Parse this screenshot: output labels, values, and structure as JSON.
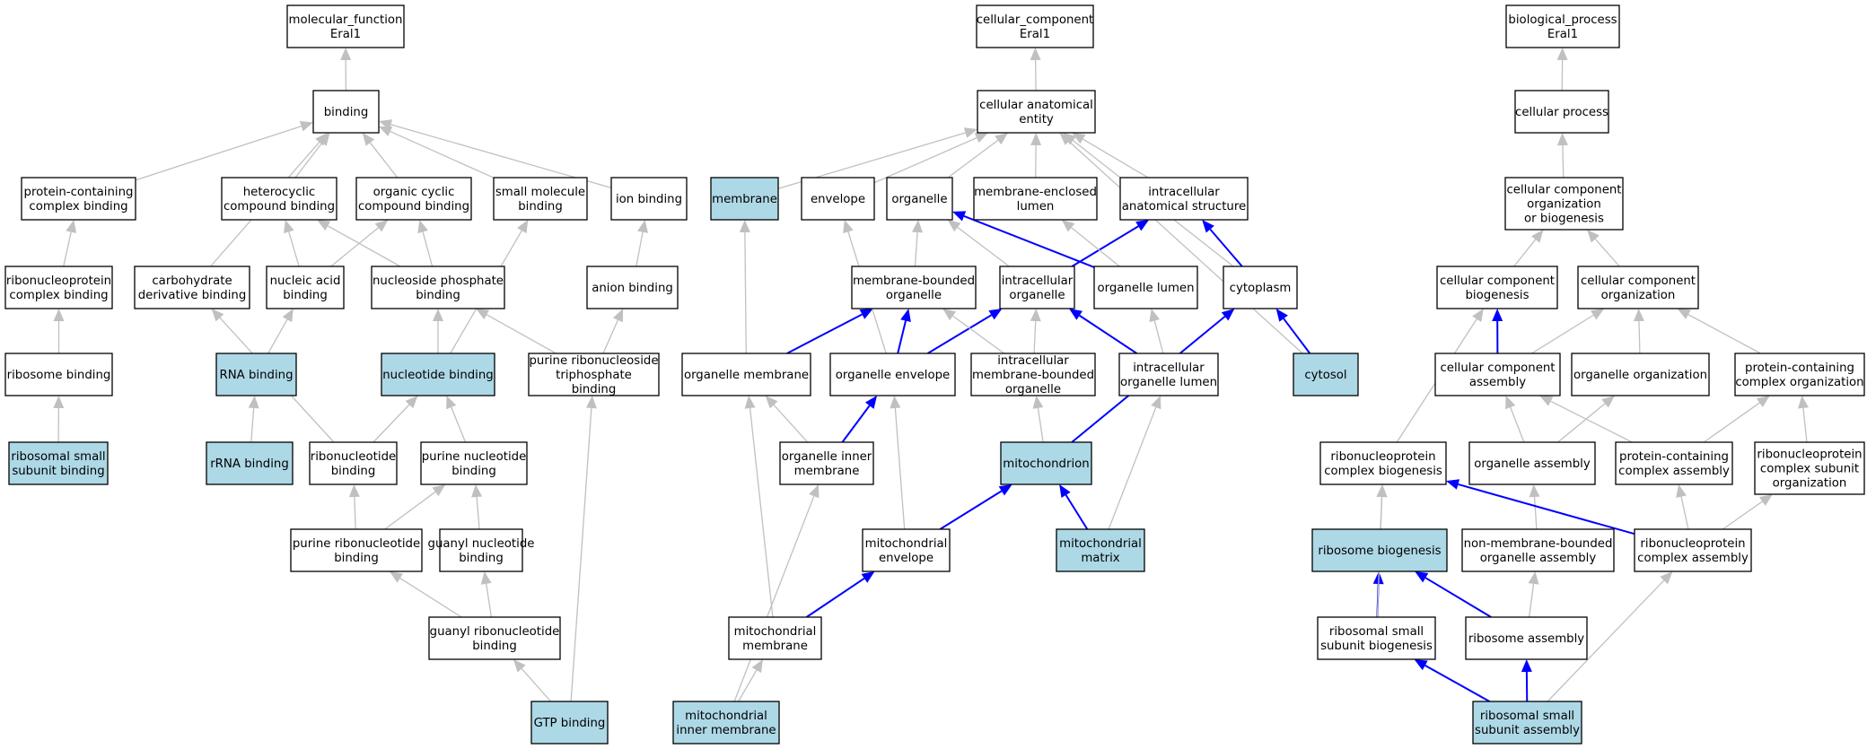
{
  "nodes": [
    {
      "id": "mf",
      "lines": [
        "molecular_function",
        "Eral1"
      ],
      "highlight": false
    },
    {
      "id": "binding",
      "lines": [
        "binding"
      ],
      "highlight": false
    },
    {
      "id": "pcb",
      "lines": [
        "protein-containing",
        "complex binding"
      ],
      "highlight": false
    },
    {
      "id": "hcb",
      "lines": [
        "heterocyclic",
        "compound binding"
      ],
      "highlight": false
    },
    {
      "id": "occb",
      "lines": [
        "organic cyclic",
        "compound binding"
      ],
      "highlight": false
    },
    {
      "id": "smb",
      "lines": [
        "small molecule",
        "binding"
      ],
      "highlight": false
    },
    {
      "id": "ionb",
      "lines": [
        "ion binding"
      ],
      "highlight": false
    },
    {
      "id": "rnpcb",
      "lines": [
        "ribonucleoprotein",
        "complex binding"
      ],
      "highlight": false
    },
    {
      "id": "cdb",
      "lines": [
        "carbohydrate",
        "derivative binding"
      ],
      "highlight": false
    },
    {
      "id": "nab",
      "lines": [
        "nucleic acid",
        "binding"
      ],
      "highlight": false
    },
    {
      "id": "npb",
      "lines": [
        "nucleoside phosphate",
        "binding"
      ],
      "highlight": false
    },
    {
      "id": "anb",
      "lines": [
        "anion binding"
      ],
      "highlight": false
    },
    {
      "id": "ribb",
      "lines": [
        "ribosome binding"
      ],
      "highlight": false
    },
    {
      "id": "rnab",
      "lines": [
        "RNA binding"
      ],
      "highlight": true
    },
    {
      "id": "ntb",
      "lines": [
        "nucleotide binding"
      ],
      "highlight": true
    },
    {
      "id": "prtb",
      "lines": [
        "purine ribonucleoside",
        "triphosphate",
        "binding"
      ],
      "highlight": false
    },
    {
      "id": "rssb",
      "lines": [
        "ribosomal small",
        "subunit binding"
      ],
      "highlight": true
    },
    {
      "id": "rrnab",
      "lines": [
        "rRNA binding"
      ],
      "highlight": true
    },
    {
      "id": "rntb",
      "lines": [
        "ribonucleotide",
        "binding"
      ],
      "highlight": false
    },
    {
      "id": "pnb",
      "lines": [
        "purine nucleotide",
        "binding"
      ],
      "highlight": false
    },
    {
      "id": "prnb",
      "lines": [
        "purine ribonucleotide",
        "binding"
      ],
      "highlight": false
    },
    {
      "id": "gnb",
      "lines": [
        "guanyl nucleotide",
        "binding"
      ],
      "highlight": false
    },
    {
      "id": "grnb",
      "lines": [
        "guanyl ribonucleotide",
        "binding"
      ],
      "highlight": false
    },
    {
      "id": "gtpb",
      "lines": [
        "GTP binding"
      ],
      "highlight": true
    },
    {
      "id": "cc",
      "lines": [
        "cellular_component",
        "Eral1"
      ],
      "highlight": false
    },
    {
      "id": "cae",
      "lines": [
        "cellular anatomical",
        "entity"
      ],
      "highlight": false
    },
    {
      "id": "membrane",
      "lines": [
        "membrane"
      ],
      "highlight": true
    },
    {
      "id": "envelope",
      "lines": [
        "envelope"
      ],
      "highlight": false
    },
    {
      "id": "organelle",
      "lines": [
        "organelle"
      ],
      "highlight": false
    },
    {
      "id": "mel",
      "lines": [
        "membrane-enclosed",
        "lumen"
      ],
      "highlight": false
    },
    {
      "id": "ias",
      "lines": [
        "intracellular",
        "anatomical structure"
      ],
      "highlight": false
    },
    {
      "id": "mbo",
      "lines": [
        "membrane-bounded",
        "organelle"
      ],
      "highlight": false
    },
    {
      "id": "io",
      "lines": [
        "intracellular",
        "organelle"
      ],
      "highlight": false
    },
    {
      "id": "ol",
      "lines": [
        "organelle lumen"
      ],
      "highlight": false
    },
    {
      "id": "cytoplasm",
      "lines": [
        "cytoplasm"
      ],
      "highlight": false
    },
    {
      "id": "om",
      "lines": [
        "organelle membrane"
      ],
      "highlight": false
    },
    {
      "id": "oe",
      "lines": [
        "organelle envelope"
      ],
      "highlight": false
    },
    {
      "id": "imbo",
      "lines": [
        "intracellular",
        "membrane-bounded",
        "organelle"
      ],
      "highlight": false
    },
    {
      "id": "iol",
      "lines": [
        "intracellular",
        "organelle lumen"
      ],
      "highlight": false
    },
    {
      "id": "cytosol",
      "lines": [
        "cytosol"
      ],
      "highlight": true
    },
    {
      "id": "oim",
      "lines": [
        "organelle inner",
        "membrane"
      ],
      "highlight": false
    },
    {
      "id": "mito",
      "lines": [
        "mitochondrion"
      ],
      "highlight": true
    },
    {
      "id": "menv",
      "lines": [
        "mitochondrial",
        "envelope"
      ],
      "highlight": false
    },
    {
      "id": "mmat",
      "lines": [
        "mitochondrial",
        "matrix"
      ],
      "highlight": true
    },
    {
      "id": "mmem",
      "lines": [
        "mitochondrial",
        "membrane"
      ],
      "highlight": false
    },
    {
      "id": "mim",
      "lines": [
        "mitochondrial",
        "inner membrane"
      ],
      "highlight": true
    },
    {
      "id": "bp",
      "lines": [
        "biological_process",
        "Eral1"
      ],
      "highlight": false
    },
    {
      "id": "cp",
      "lines": [
        "cellular process"
      ],
      "highlight": false
    },
    {
      "id": "ccob",
      "lines": [
        "cellular component",
        "organization",
        "or biogenesis"
      ],
      "highlight": false
    },
    {
      "id": "ccb",
      "lines": [
        "cellular component",
        "biogenesis"
      ],
      "highlight": false
    },
    {
      "id": "cco",
      "lines": [
        "cellular component",
        "organization"
      ],
      "highlight": false
    },
    {
      "id": "cca",
      "lines": [
        "cellular component",
        "assembly"
      ],
      "highlight": false
    },
    {
      "id": "oo",
      "lines": [
        "organelle organization"
      ],
      "highlight": false
    },
    {
      "id": "pco",
      "lines": [
        "protein-containing",
        "complex organization"
      ],
      "highlight": false
    },
    {
      "id": "rnpcbio",
      "lines": [
        "ribonucleoprotein",
        "complex biogenesis"
      ],
      "highlight": false
    },
    {
      "id": "oa",
      "lines": [
        "organelle assembly"
      ],
      "highlight": false
    },
    {
      "id": "pca",
      "lines": [
        "protein-containing",
        "complex assembly"
      ],
      "highlight": false
    },
    {
      "id": "rnpcso",
      "lines": [
        "ribonucleoprotein",
        "complex subunit",
        "organization"
      ],
      "highlight": false
    },
    {
      "id": "ribbio",
      "lines": [
        "ribosome biogenesis"
      ],
      "highlight": true
    },
    {
      "id": "nmboa",
      "lines": [
        "non-membrane-bounded",
        "organelle assembly"
      ],
      "highlight": false
    },
    {
      "id": "rnpca",
      "lines": [
        "ribonucleoprotein",
        "complex assembly"
      ],
      "highlight": false
    },
    {
      "id": "rssbio",
      "lines": [
        "ribosomal small",
        "subunit biogenesis"
      ],
      "highlight": false
    },
    {
      "id": "riba",
      "lines": [
        "ribosome assembly"
      ],
      "highlight": false
    },
    {
      "id": "rssa",
      "lines": [
        "ribosomal small",
        "subunit assembly"
      ],
      "highlight": true
    }
  ],
  "edges": [
    {
      "from": "binding",
      "to": "mf",
      "style": "gray"
    },
    {
      "from": "pcb",
      "to": "binding",
      "style": "gray"
    },
    {
      "from": "hcb",
      "to": "binding",
      "style": "gray"
    },
    {
      "from": "occb",
      "to": "binding",
      "style": "gray"
    },
    {
      "from": "smb",
      "to": "binding",
      "style": "gray"
    },
    {
      "from": "ionb",
      "to": "binding",
      "style": "gray"
    },
    {
      "from": "cdb",
      "to": "binding",
      "style": "gray"
    },
    {
      "from": "rnpcb",
      "to": "pcb",
      "style": "gray"
    },
    {
      "from": "nab",
      "to": "hcb",
      "style": "gray"
    },
    {
      "from": "nab",
      "to": "occb",
      "style": "gray"
    },
    {
      "from": "npb",
      "to": "hcb",
      "style": "gray"
    },
    {
      "from": "npb",
      "to": "occb",
      "style": "gray"
    },
    {
      "from": "anb",
      "to": "ionb",
      "style": "gray"
    },
    {
      "from": "ribb",
      "to": "rnpcb",
      "style": "gray"
    },
    {
      "from": "rnab",
      "to": "nab",
      "style": "gray"
    },
    {
      "from": "ntb",
      "to": "npb",
      "style": "gray"
    },
    {
      "from": "ntb",
      "to": "smb",
      "style": "gray"
    },
    {
      "from": "prtb",
      "to": "anb",
      "style": "gray"
    },
    {
      "from": "prtb",
      "to": "npb",
      "style": "gray"
    },
    {
      "from": "rssb",
      "to": "ribb",
      "style": "gray"
    },
    {
      "from": "rrnab",
      "to": "rnab",
      "style": "gray"
    },
    {
      "from": "rntb",
      "to": "ntb",
      "style": "gray"
    },
    {
      "from": "rntb",
      "to": "cdb",
      "style": "gray"
    },
    {
      "from": "pnb",
      "to": "ntb",
      "style": "gray"
    },
    {
      "from": "prnb",
      "to": "rntb",
      "style": "gray"
    },
    {
      "from": "prnb",
      "to": "pnb",
      "style": "gray"
    },
    {
      "from": "gnb",
      "to": "pnb",
      "style": "gray"
    },
    {
      "from": "grnb",
      "to": "prnb",
      "style": "gray"
    },
    {
      "from": "grnb",
      "to": "gnb",
      "style": "gray"
    },
    {
      "from": "gtpb",
      "to": "grnb",
      "style": "gray"
    },
    {
      "from": "gtpb",
      "to": "prtb",
      "style": "gray"
    },
    {
      "from": "cae",
      "to": "cc",
      "style": "gray"
    },
    {
      "from": "membrane",
      "to": "cae",
      "style": "gray"
    },
    {
      "from": "envelope",
      "to": "cae",
      "style": "gray"
    },
    {
      "from": "organelle",
      "to": "cae",
      "style": "gray"
    },
    {
      "from": "mel",
      "to": "cae",
      "style": "gray"
    },
    {
      "from": "ias",
      "to": "cae",
      "style": "gray"
    },
    {
      "from": "cytoplasm",
      "to": "cae",
      "style": "gray"
    },
    {
      "from": "cytosol",
      "to": "cae",
      "style": "gray"
    },
    {
      "from": "mbo",
      "to": "organelle",
      "style": "gray"
    },
    {
      "from": "io",
      "to": "organelle",
      "style": "gray"
    },
    {
      "from": "io",
      "to": "ias",
      "style": "blue"
    },
    {
      "from": "ol",
      "to": "organelle",
      "style": "blue"
    },
    {
      "from": "ol",
      "to": "mel",
      "style": "gray"
    },
    {
      "from": "cytoplasm",
      "to": "ias",
      "style": "blue"
    },
    {
      "from": "om",
      "to": "membrane",
      "style": "gray"
    },
    {
      "from": "om",
      "to": "mbo",
      "style": "blue"
    },
    {
      "from": "oe",
      "to": "envelope",
      "style": "gray"
    },
    {
      "from": "oe",
      "to": "mbo",
      "style": "blue"
    },
    {
      "from": "oe",
      "to": "io",
      "style": "blue"
    },
    {
      "from": "imbo",
      "to": "mbo",
      "style": "gray"
    },
    {
      "from": "imbo",
      "to": "io",
      "style": "gray"
    },
    {
      "from": "iol",
      "to": "io",
      "style": "blue"
    },
    {
      "from": "iol",
      "to": "ol",
      "style": "gray"
    },
    {
      "from": "cytosol",
      "to": "cytoplasm",
      "style": "blue"
    },
    {
      "from": "oim",
      "to": "om",
      "style": "gray"
    },
    {
      "from": "oim",
      "to": "oe",
      "style": "blue"
    },
    {
      "from": "mito",
      "to": "imbo",
      "style": "gray"
    },
    {
      "from": "mito",
      "to": "cytoplasm",
      "style": "blue"
    },
    {
      "from": "menv",
      "to": "oe",
      "style": "gray"
    },
    {
      "from": "menv",
      "to": "mito",
      "style": "blue"
    },
    {
      "from": "mmat",
      "to": "mito",
      "style": "blue"
    },
    {
      "from": "mmat",
      "to": "iol",
      "style": "gray"
    },
    {
      "from": "mmem",
      "to": "om",
      "style": "gray"
    },
    {
      "from": "mmem",
      "to": "menv",
      "style": "blue"
    },
    {
      "from": "mim",
      "to": "oim",
      "style": "gray"
    },
    {
      "from": "mim",
      "to": "mmem",
      "style": "gray"
    },
    {
      "from": "cp",
      "to": "bp",
      "style": "gray"
    },
    {
      "from": "ccob",
      "to": "cp",
      "style": "gray"
    },
    {
      "from": "ccb",
      "to": "ccob",
      "style": "gray"
    },
    {
      "from": "cco",
      "to": "ccob",
      "style": "gray"
    },
    {
      "from": "cca",
      "to": "ccb",
      "style": "blue"
    },
    {
      "from": "cca",
      "to": "cco",
      "style": "gray"
    },
    {
      "from": "oo",
      "to": "cco",
      "style": "gray"
    },
    {
      "from": "pco",
      "to": "cco",
      "style": "gray"
    },
    {
      "from": "rnpcbio",
      "to": "ccb",
      "style": "gray"
    },
    {
      "from": "oa",
      "to": "cca",
      "style": "gray"
    },
    {
      "from": "oa",
      "to": "oo",
      "style": "gray"
    },
    {
      "from": "pca",
      "to": "cca",
      "style": "gray"
    },
    {
      "from": "pca",
      "to": "pco",
      "style": "gray"
    },
    {
      "from": "rnpcso",
      "to": "pco",
      "style": "gray"
    },
    {
      "from": "ribbio",
      "to": "rnpcbio",
      "style": "gray"
    },
    {
      "from": "nmboa",
      "to": "oa",
      "style": "gray"
    },
    {
      "from": "rnpca",
      "to": "rnpcbio",
      "style": "blue"
    },
    {
      "from": "rnpca",
      "to": "pca",
      "style": "gray"
    },
    {
      "from": "rnpca",
      "to": "rnpcso",
      "style": "gray"
    },
    {
      "from": "rssbio",
      "to": "ribbio",
      "style": "blue"
    },
    {
      "from": "rssbio",
      "to": "rnpcbio",
      "style": "gray"
    },
    {
      "from": "riba",
      "to": "ribbio",
      "style": "blue"
    },
    {
      "from": "riba",
      "to": "nmboa",
      "style": "gray"
    },
    {
      "from": "rssa",
      "to": "rssbio",
      "style": "blue"
    },
    {
      "from": "rssa",
      "to": "riba",
      "style": "blue"
    },
    {
      "from": "rssa",
      "to": "rnpca",
      "style": "gray"
    }
  ]
}
